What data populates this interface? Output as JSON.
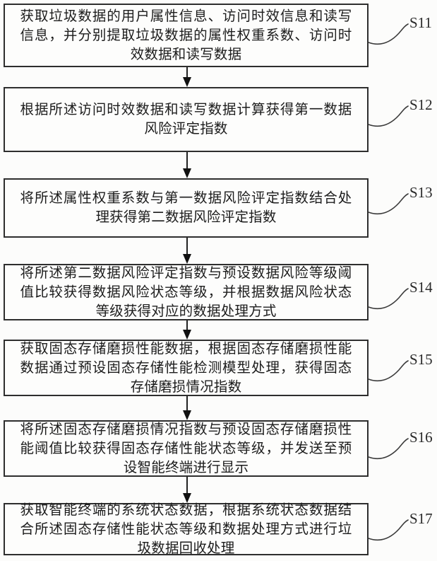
{
  "figure": {
    "type": "flowchart",
    "language": "zh-CN",
    "colors": {
      "ink": "#222222",
      "paper": "#fcfcfb",
      "box_border": "#2e2e2e"
    },
    "steps": [
      {
        "label": "S11",
        "text": "获取垃圾数据的用户属性信息、访问时效信息和读写信息，并分别提取垃圾数据的属性权重系数、访问时效数据和读写数据"
      },
      {
        "label": "S12",
        "text": "根据所述访问时效数据和读写数据计算获得第一数据风险评定指数"
      },
      {
        "label": "S13",
        "text": "将所述属性权重系数与第一数据风险评定指数结合处理获得第二数据风险评定指数"
      },
      {
        "label": "S14",
        "text": "将所述第二数据风险评定指数与预设数据风险等级阈值比较获得数据风险状态等级，并根据数据风险状态等级获得对应的数据处理方式"
      },
      {
        "label": "S15",
        "text": "获取固态存储磨损性能数据，根据固态存储磨损性能数据通过预设固态存储性能检测模型处理，获得固态存储磨损情况指数"
      },
      {
        "label": "S16",
        "text": "将所述固态存储磨损情况指数与预设固态存储磨损性能阈值比较获得固态存储性能状态等级，并发送至预设智能终端进行显示"
      },
      {
        "label": "S17",
        "text": "获取智能终端的系统状态数据，根据系统状态数据结合所述固态存储性能状态等级和数据处理方式进行垃圾数据回收处理"
      }
    ]
  }
}
